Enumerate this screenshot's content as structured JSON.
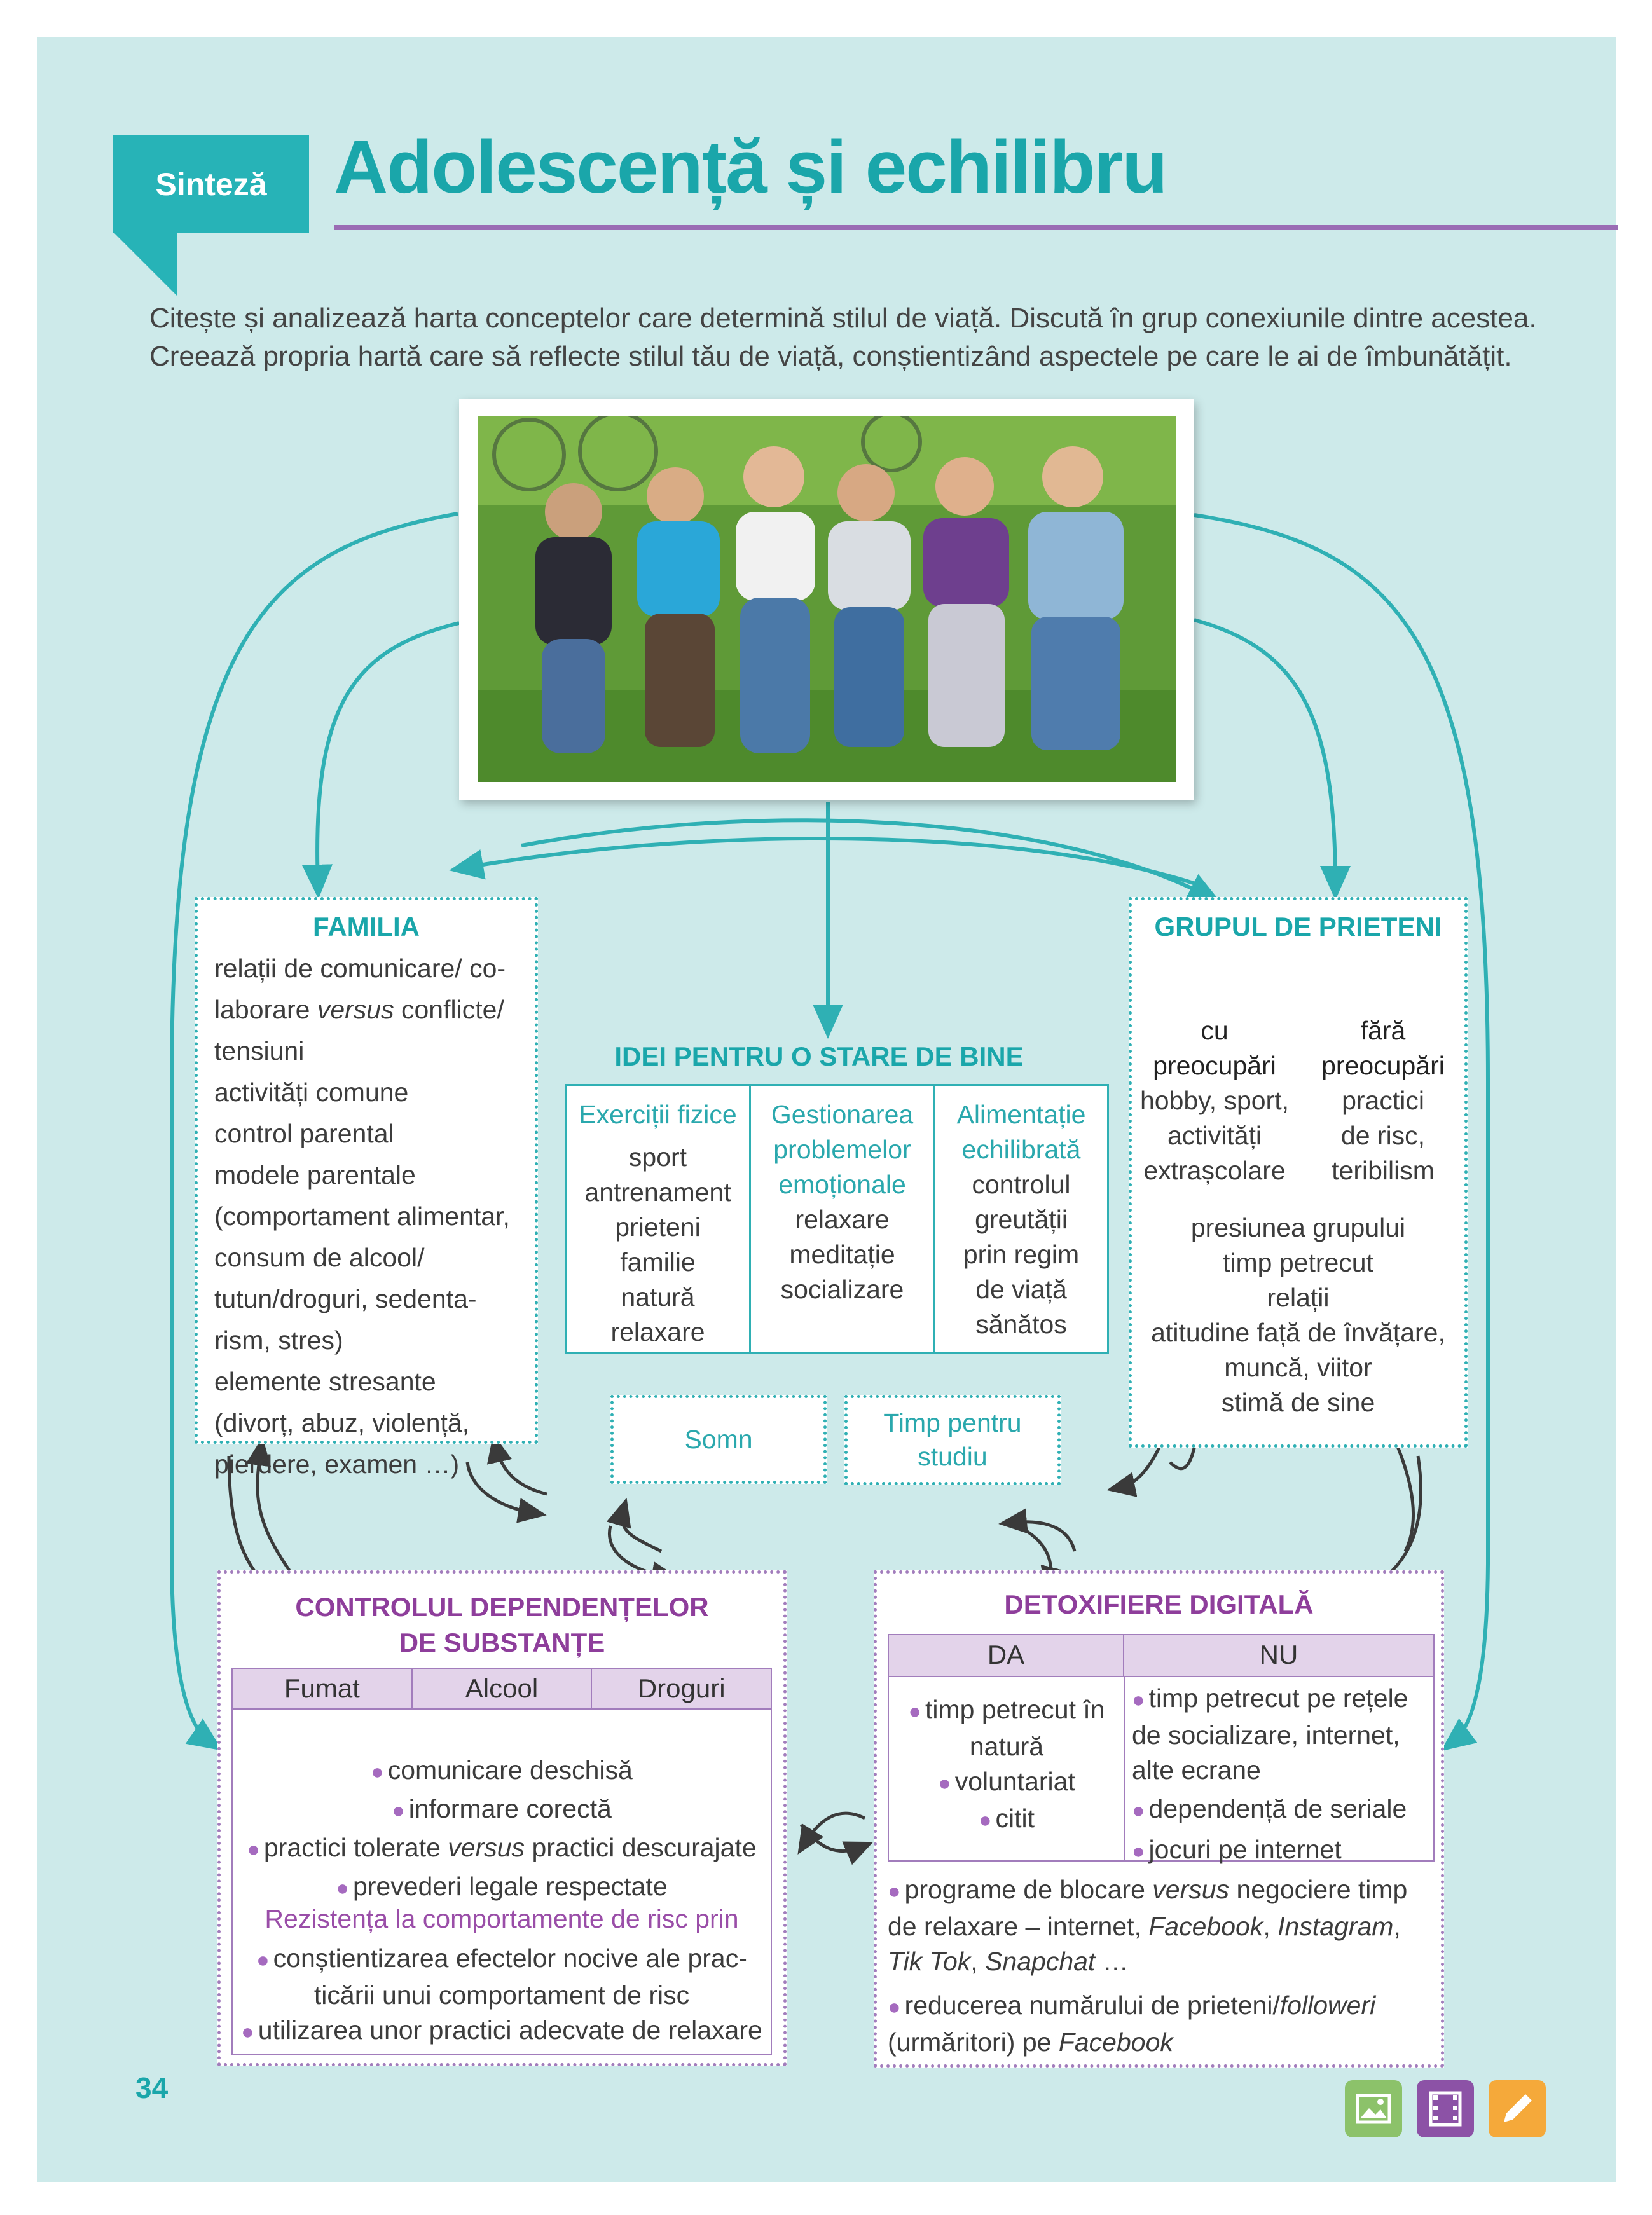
{
  "header": {
    "tag": "Sinteză",
    "title": "Adolescență și echilibru",
    "intro_line1": "Citește și analizează harta conceptelor care determină stilul de viață. Discută în grup conexiunile dintre acestea.",
    "intro_line2": "Creează propria hartă care să reflecte stilul tău de viață, conștientizând aspectele pe care le ai de îmbunătățit."
  },
  "familia": {
    "title": "FAMILIA",
    "items": [
      [
        "relații de comunicare/ co-",
        "laborare |versus| conflicte/",
        "tensiuni"
      ],
      [
        "activități comune"
      ],
      [
        "control parental"
      ],
      [
        "modele parentale"
      ],
      [
        "(comportament alimentar,",
        "consum de alcool/",
        "tutun/droguri, sedenta-",
        "rism, stres)"
      ],
      [
        "elemente stresante",
        "(divorț, abuz, violență,",
        "pierdere, examen …)"
      ]
    ]
  },
  "prieteni": {
    "title": "GRUPUL DE PRIETENI",
    "col1_head1": "cu",
    "col1_head2": "preocupări",
    "col1_lines": [
      "hobby, sport,",
      "activități",
      "extrașcolare"
    ],
    "col2_head1": "fără",
    "col2_head2": "preocupări",
    "col2_lines": [
      "practici",
      "de risc,",
      "teribilism"
    ],
    "bottom_lines": [
      "presiunea grupului",
      "timp petrecut",
      "relații",
      "atitudine față de învățare,",
      "muncă, viitor",
      "stimă de sine"
    ]
  },
  "idei": {
    "title": "IDEI PENTRU O STARE DE BINE",
    "col1_head": "Exerciții fizice",
    "col1_lines": [
      "sport",
      "antrenament",
      "prieteni",
      "familie",
      "natură",
      "relaxare"
    ],
    "col2_head": [
      "Gestionarea",
      "problemelor",
      "emoționale"
    ],
    "col2_lines": [
      "relaxare",
      "meditație",
      "socializare"
    ],
    "col3_head": [
      "Alimentație",
      "echilibrată"
    ],
    "col3_lines": [
      "controlul",
      "greutății",
      "prin regim",
      "de viață",
      "sănătos"
    ]
  },
  "somn": "Somn",
  "studiu": [
    "Timp pentru",
    "studiu"
  ],
  "control": {
    "title_line1": "CONTROLUL DEPENDENȚELOR",
    "title_line2": "DE SUBSTANȚE",
    "headers": [
      "Fumat",
      "Alcool",
      "Droguri"
    ],
    "bullets": [
      "comunicare deschisă",
      "informare corectă",
      "practici tolerate |versus| practici descurajate",
      "prevederi legale respectate"
    ],
    "subtitle": "Rezistența la comportamente de risc prin",
    "bullets2": [
      [
        "conștientizarea efectelor nocive ale prac-",
        "ticării unui comportament de risc"
      ],
      [
        "utilizarea unor practici adecvate de relaxare"
      ]
    ]
  },
  "detox": {
    "title": "DETOXIFIERE DIGITALĂ",
    "col_da": "DA",
    "col_nu": "NU",
    "da_items": [
      [
        "timp petrecut în",
        "natură"
      ],
      [
        "voluntariat"
      ],
      [
        "citit"
      ]
    ],
    "nu_items": [
      [
        "timp petrecut pe rețele",
        "de socializare, internet,",
        "alte ecrane"
      ],
      [
        "dependență de seriale"
      ],
      [
        "jocuri pe internet"
      ]
    ],
    "bottom_items": [
      [
        "programe de blocare |versus| negociere timp",
        "de relaxare – internet, |Facebook|, |Instagram|,",
        "|Tik Tok|, |Snapchat| …"
      ],
      [
        "reducerea numărului de prieteni/|followeri|",
        "(urmăritori) pe |Facebook|"
      ]
    ]
  },
  "page_number": "34",
  "icons": [
    "image-icon",
    "film-icon",
    "pencil-icon"
  ],
  "colors": {
    "teal": "#1aa6aa",
    "purple": "#8e3e9b",
    "background": "#cdeaea",
    "lilac": "#e3d3ea"
  }
}
